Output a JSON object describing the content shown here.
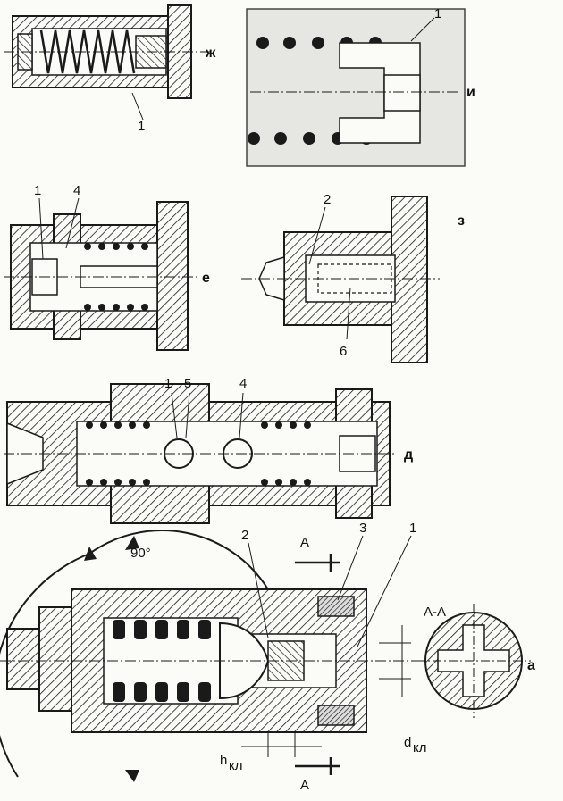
{
  "labels": {
    "zh": "ж",
    "i": "и",
    "e": "е",
    "z": "з",
    "d": "д",
    "a": "а",
    "n1_zh": "1",
    "n1_i": "1",
    "n1_e": "1",
    "n4_e": "4",
    "n2_z": "2",
    "n6_z": "6",
    "n1_d": "1",
    "n5_d": "5",
    "n4_d": "4",
    "n2_a": "2",
    "n3_a": "3",
    "n1_a": "1",
    "angle": "90°",
    "section_a": "А",
    "section_a2": "А",
    "section_aa": "А-А",
    "d_kl": "d",
    "d_kl_sub": "кл",
    "h_kl": "h",
    "h_kl_sub": "кл"
  },
  "colors": {
    "ink": "#1a1a1a",
    "paper": "#fbfbf8",
    "panel": "#e6e6e2"
  }
}
